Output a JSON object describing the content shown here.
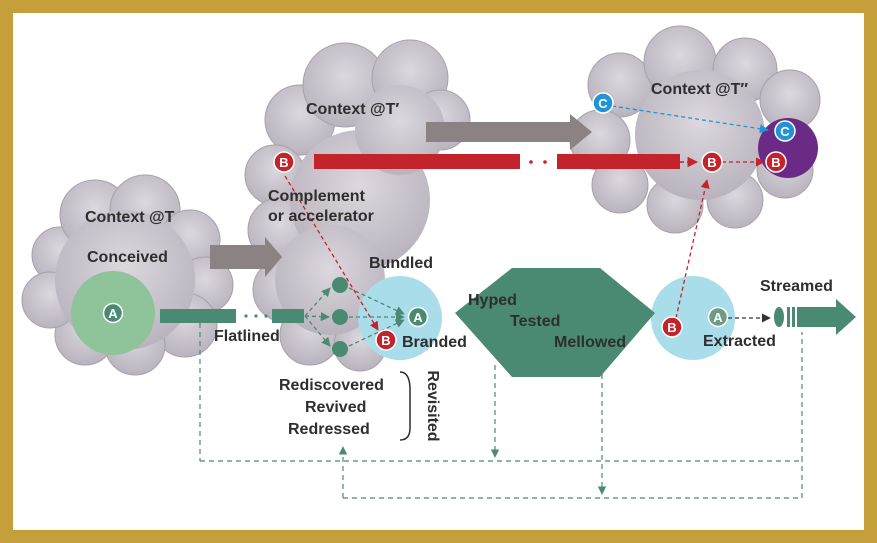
{
  "contexts": {
    "t": "Context @T",
    "t_prime": "Context @T′",
    "t_dprime": "Context @T″"
  },
  "labels": {
    "conceived": "Conceived",
    "complement": "Complement",
    "accelerator": "or accelerator",
    "bundled": "Bundled",
    "flatlined": "Flatlined",
    "branded": "Branded",
    "hyped": "Hyped",
    "tested": "Tested",
    "mellowed": "Mellowed",
    "extracted": "Extracted",
    "streamed": "Streamed",
    "rediscovered": "Rediscovered",
    "revived": "Revived",
    "redressed": "Redressed",
    "revisited": "Revisited"
  },
  "badges": {
    "a": "A",
    "b": "B",
    "c": "C"
  },
  "colors": {
    "frame": "#c5a03a",
    "cloud": "#c9c4cc",
    "green": "#4a8a72",
    "light_green": "#8fc39a",
    "light_blue": "#a9dde9",
    "red": "#c3232b",
    "blue": "#1f95d6",
    "purple": "#6b2a86",
    "gray_arrow": "#8a8283"
  }
}
